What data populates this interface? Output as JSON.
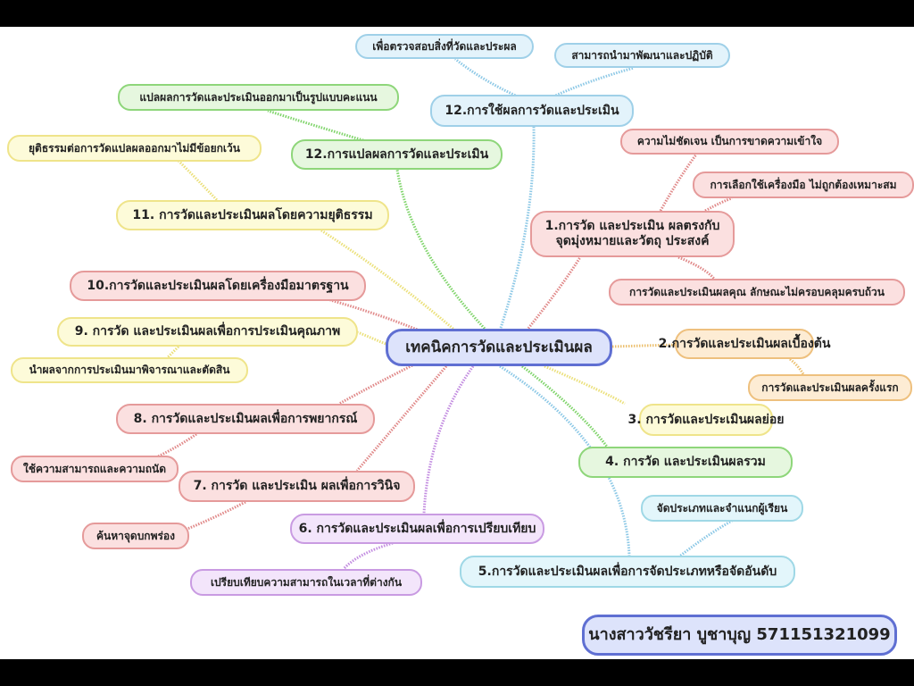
{
  "center": "เทคนิคการวัดและประเมินผล",
  "author": "นางสาววัชรียา บูชาบุญ 571151321099",
  "branches": {
    "b1": {
      "label_line1": "1.การวัด และประเมิน ผลตรงกับ",
      "label_line2": "จุดมุ่งหมายและวัตถุ ประสงค์",
      "leaves": [
        "ความไม่ชัดเจน เป็นการขาดความเข้าใจ",
        "การเลือกใช้เครื่องมือ ไม่ถูกต้องเหมาะสม",
        "การวัดและประเมินผลคุณ ลักษณะไม่ครอบคลุมครบถ้วน"
      ]
    },
    "b2": {
      "label": "2.การวัดและประเมินผลเบื้องต้น",
      "leaves": [
        "การวัดและประเมินผลครั้งแรก"
      ]
    },
    "b3": {
      "label": "3. การวัดและประเมินผลย่อย"
    },
    "b4": {
      "label": "4. การวัด และประเมินผลรวม"
    },
    "b5": {
      "label": "5.การวัดและประเมินผลเพื่อการจัดประเภทหรือจัดอันดับ",
      "leaves": [
        "จัดประเภทและจำแนกผู้เรียน"
      ]
    },
    "b6": {
      "label": "6. การวัดและประเมินผลเพื่อการเปรียบเทียบ",
      "leaves": [
        "เปรียบเทียบความสามารถในเวลาที่ต่างกัน"
      ]
    },
    "b7": {
      "label": "7. การวัด และประเมิน ผลเพื่อการวินิจ",
      "leaves": [
        "ค้นหาจุดบกพร่อง"
      ]
    },
    "b8": {
      "label": "8. การวัดและประเมินผลเพื่อการพยากรณ์",
      "leaves": [
        "ใช้ความสามารถและความถนัด"
      ]
    },
    "b9": {
      "label": "9. การวัด และประเมินผลเพื่อการประเมินคุณภาพ",
      "leaves": [
        "นำผลจากการประเมินมาพิจารณาและตัดสิน"
      ]
    },
    "b10": {
      "label": "10.การวัดและประเมินผลโดยเครื่องมือมาตรฐาน"
    },
    "b11": {
      "label": "11. การวัดและประเมินผลโดยความยุติธรรม",
      "leaves": [
        "ยุติธรรมต่อการวัดแปลผลออกมาไม่มีข้อยกเว้น"
      ]
    },
    "b12a": {
      "label": "12.การแปลผลการวัดและประเมิน",
      "leaves": [
        "แปลผลการวัดและประเมินออกมาเป็นรูปแบบคะแนน"
      ]
    },
    "b12b": {
      "label": "12.การใช้ผลการวัดและประเมิน",
      "leaves": [
        "เพื่อตรวจสอบสิ่งที่วัดและประผล",
        "สามารถนำมาพัฒนาและปฏิบัติ"
      ]
    }
  },
  "colors": {
    "blue": "#9fd0e8",
    "green": "#8ed67a",
    "yellow": "#efe48a",
    "red": "#e59a9a",
    "orange": "#eec07e",
    "purple": "#c99be2",
    "center": "#5f6fd2"
  }
}
